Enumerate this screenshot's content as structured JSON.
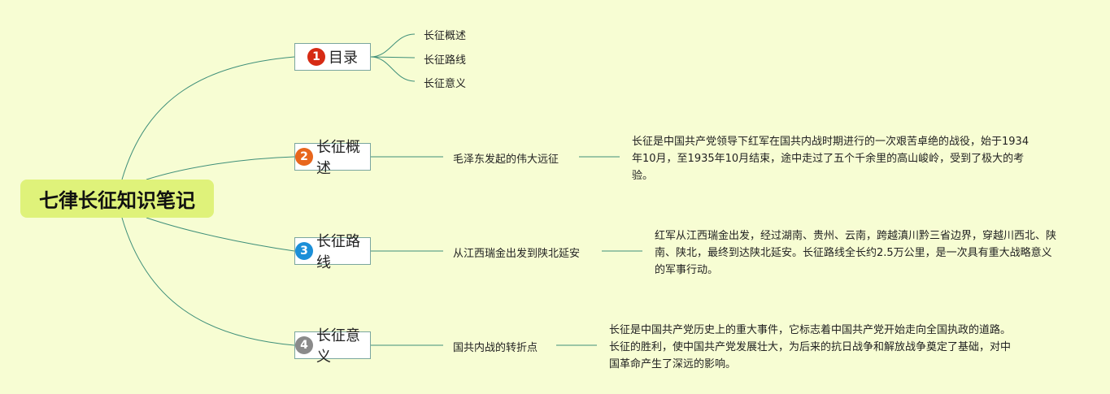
{
  "root": {
    "title": "七律长征知识笔记"
  },
  "branches": [
    {
      "number": "1",
      "label": "目录",
      "badge_color": "#d62b14",
      "children": [
        "长征概述",
        "长征路线",
        "长征意义"
      ]
    },
    {
      "number": "2",
      "label": "长征概述",
      "badge_color": "#e8661c",
      "summary": "毛泽东发起的伟大远征",
      "detail": "长征是中国共产党领导下红军在国共内战时期进行的一次艰苦卓绝的战役，始于1934年10月，至1935年10月结束，途中走过了五个千余里的高山峻岭，受到了极大的考验。"
    },
    {
      "number": "3",
      "label": "长征路线",
      "badge_color": "#1b8fd8",
      "summary": "从江西瑞金出发到陕北延安",
      "detail": "红军从江西瑞金出发，经过湖南、贵州、云南，跨越滇川黔三省边界，穿越川西北、陕南、陕北，最终到达陕北延安。长征路线全长约2.5万公里，是一次具有重大战略意义的军事行动。"
    },
    {
      "number": "4",
      "label": "长征意义",
      "badge_color": "#8a8a8a",
      "summary": "国共内战的转折点",
      "detail": "长征是中国共产党历史上的重大事件，它标志着中国共产党开始走向全国执政的道路。长征的胜利，使中国共产党发展壮大，为后来的抗日战争和解放战争奠定了基础，对中国革命产生了深远的影响。"
    }
  ],
  "colors": {
    "background": "#f7fdd3",
    "root_fill": "#dff27a",
    "line": "#3f8f79"
  }
}
